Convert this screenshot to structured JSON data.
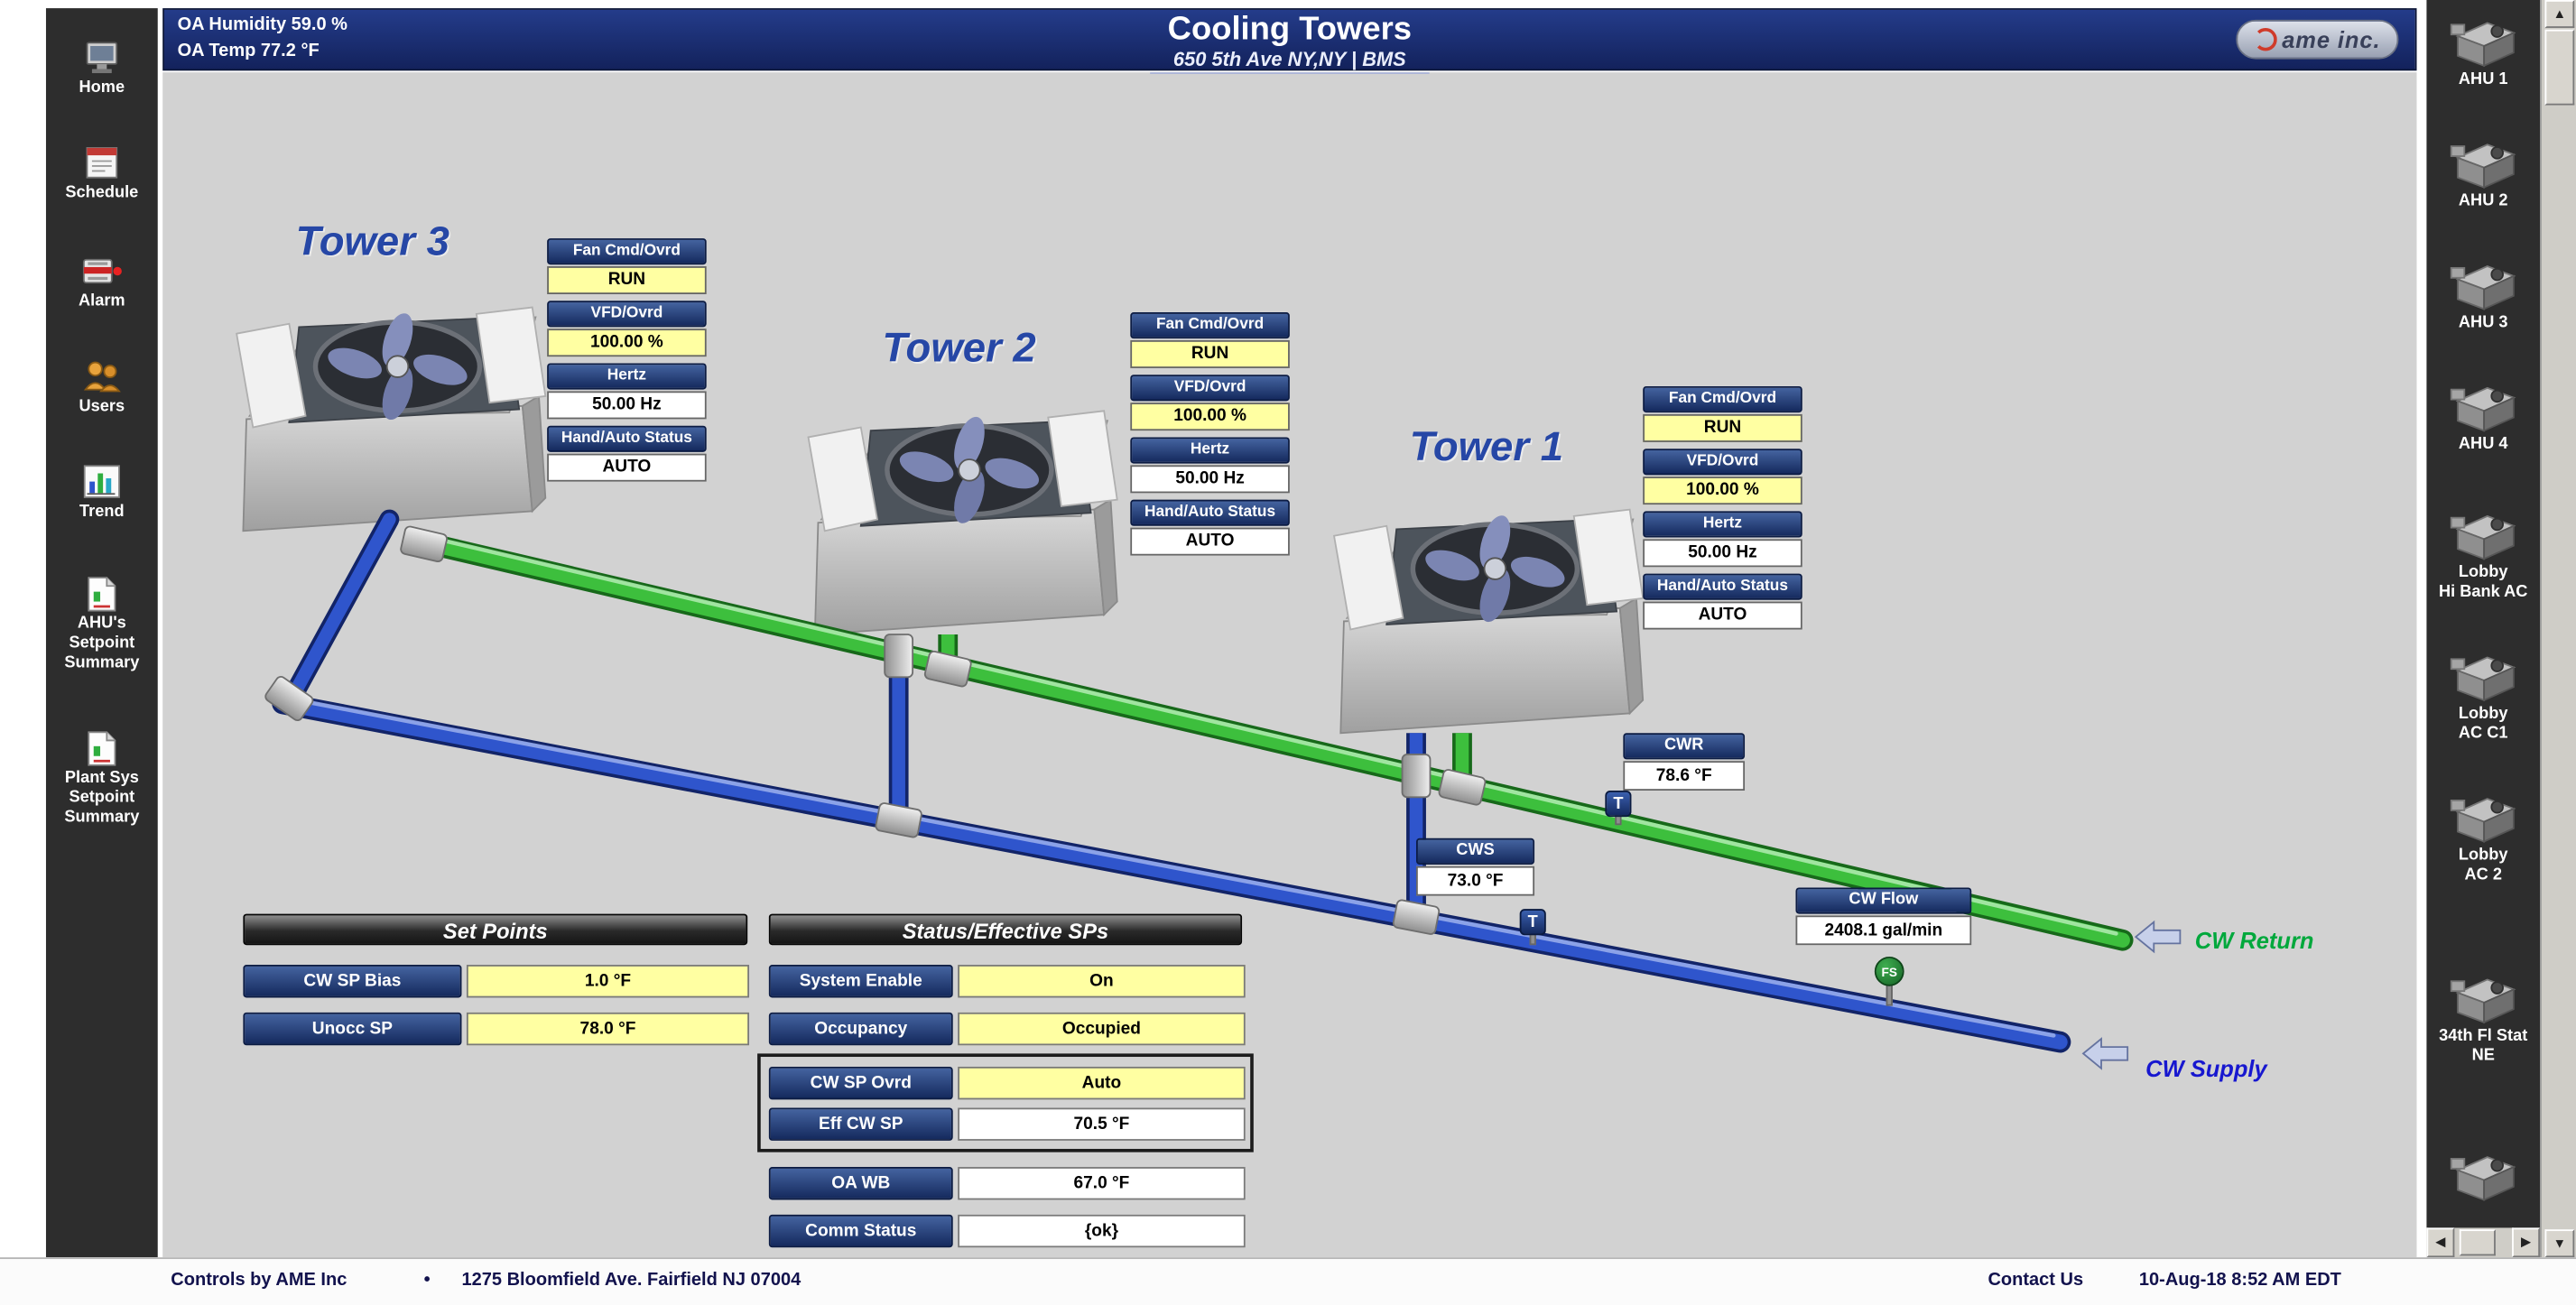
{
  "header": {
    "oa_humidity": "OA Humidity 59.0 %",
    "oa_temp": "OA Temp 77.2 °F",
    "title": "Cooling Towers",
    "subtitle": "650 5th Ave NY,NY | BMS",
    "logo_text": "ame inc."
  },
  "left_nav": {
    "items": [
      {
        "name": "home",
        "lines": [
          "Home"
        ]
      },
      {
        "name": "schedule",
        "lines": [
          "Schedule"
        ]
      },
      {
        "name": "alarm",
        "lines": [
          "Alarm"
        ]
      },
      {
        "name": "users",
        "lines": [
          "Users"
        ]
      },
      {
        "name": "trend",
        "lines": [
          "Trend"
        ]
      },
      {
        "name": "ahus-setpoint-summary",
        "lines": [
          "AHU's",
          "Setpoint",
          "Summary"
        ]
      },
      {
        "name": "plant-sys-setpoint-summary",
        "lines": [
          "Plant Sys",
          "Setpoint",
          "Summary"
        ]
      }
    ]
  },
  "right_nav": {
    "items": [
      {
        "lines": [
          "AHU 1"
        ]
      },
      {
        "lines": [
          "AHU 2"
        ]
      },
      {
        "lines": [
          "AHU 3"
        ]
      },
      {
        "lines": [
          "AHU 4"
        ]
      },
      {
        "lines": [
          "Lobby",
          "Hi Bank AC"
        ]
      },
      {
        "lines": [
          "Lobby",
          "AC C1"
        ]
      },
      {
        "lines": [
          "Lobby",
          "AC 2"
        ]
      },
      {
        "lines": [
          "34th Fl Stat",
          "NE"
        ]
      },
      {
        "lines": []
      }
    ]
  },
  "towers": [
    {
      "name": "Tower 3",
      "rows": [
        {
          "label": "Fan Cmd/Ovrd",
          "value": "RUN"
        },
        {
          "label": "VFD/Ovrd",
          "value": "100.00 %"
        },
        {
          "label": "Hertz",
          "value": "50.00 Hz"
        },
        {
          "label": "Hand/Auto Status",
          "value": "AUTO"
        }
      ]
    },
    {
      "name": "Tower 2",
      "rows": [
        {
          "label": "Fan Cmd/Ovrd",
          "value": "RUN"
        },
        {
          "label": "VFD/Ovrd",
          "value": "100.00 %"
        },
        {
          "label": "Hertz",
          "value": "50.00 Hz"
        },
        {
          "label": "Hand/Auto Status",
          "value": "AUTO"
        }
      ]
    },
    {
      "name": "Tower 1",
      "rows": [
        {
          "label": "Fan Cmd/Ovrd",
          "value": "RUN"
        },
        {
          "label": "VFD/Ovrd",
          "value": "100.00 %"
        },
        {
          "label": "Hertz",
          "value": "50.00 Hz"
        },
        {
          "label": "Hand/Auto Status",
          "value": "AUTO"
        }
      ]
    }
  ],
  "sensors": {
    "cwr": {
      "label": "CWR",
      "value": "78.6 °F",
      "tag": "T"
    },
    "cws": {
      "label": "CWS",
      "value": "73.0 °F",
      "tag": "T"
    },
    "flow": {
      "label": "CW Flow",
      "value": "2408.1 gal/min",
      "tag": "FS"
    }
  },
  "pipes": {
    "return_label": "CW Return",
    "supply_label": "CW Supply"
  },
  "set_points": {
    "title": "Set Points",
    "rows": [
      {
        "label": "CW SP Bias",
        "value": "1.0 °F"
      },
      {
        "label": "Unocc SP",
        "value": "78.0 °F"
      }
    ]
  },
  "status_panel": {
    "title": "Status/Effective SPs",
    "rows": [
      {
        "label": "System Enable",
        "value": "On"
      },
      {
        "label": "Occupancy",
        "value": "Occupied"
      },
      {
        "label": "CW SP Ovrd",
        "value": "Auto"
      },
      {
        "label": "Eff CW SP",
        "value": "70.5 °F"
      },
      {
        "label": "OA WB",
        "value": "67.0 °F"
      },
      {
        "label": "Comm Status",
        "value": "{ok}"
      }
    ]
  },
  "scrollbar": {
    "up": "▲",
    "down": "▼",
    "left": "◀",
    "right": "▶"
  },
  "footer": {
    "company": "Controls by AME Inc",
    "bullet": "•",
    "address": "1275 Bloomfield Ave. Fairfield NJ 07004",
    "contact_us": "Contact Us",
    "datetime": "10-Aug-18 8:52 AM EDT"
  },
  "colors": {
    "header_navy": "#16276b",
    "value_yellow": "#ffffa2",
    "pipe_green": "#3dbf3d",
    "pipe_blue": "#2f55cc",
    "return_label_green": "#00a83c",
    "supply_label_blue": "#1717cf"
  }
}
